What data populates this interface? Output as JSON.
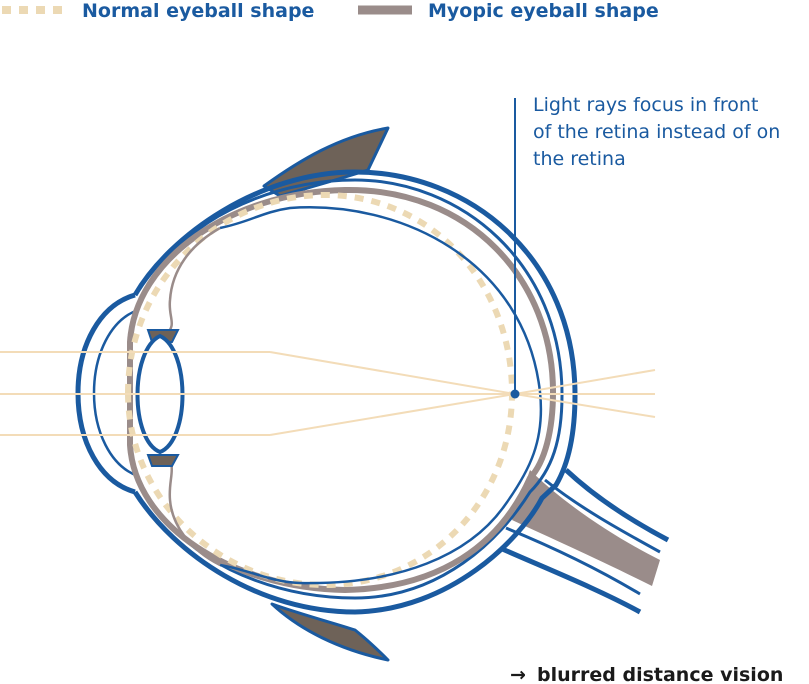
{
  "legend": {
    "normal_label": "Normal eyeball shape",
    "myopic_label": "Myopic eyeball shape"
  },
  "annotation": {
    "line1": "Light rays focus in front",
    "line2": "of the retina instead of on",
    "line3": "the retina"
  },
  "footer": {
    "arrow": "→",
    "label": "blurred distance vision"
  },
  "colors": {
    "outline_blue": "#1a5aa0",
    "myopic_gray": "#9a8c8a",
    "muscle_brown": "#6e6258",
    "normal_dashed": "#ecd9b4",
    "light_ray": "#f3dcb8"
  }
}
